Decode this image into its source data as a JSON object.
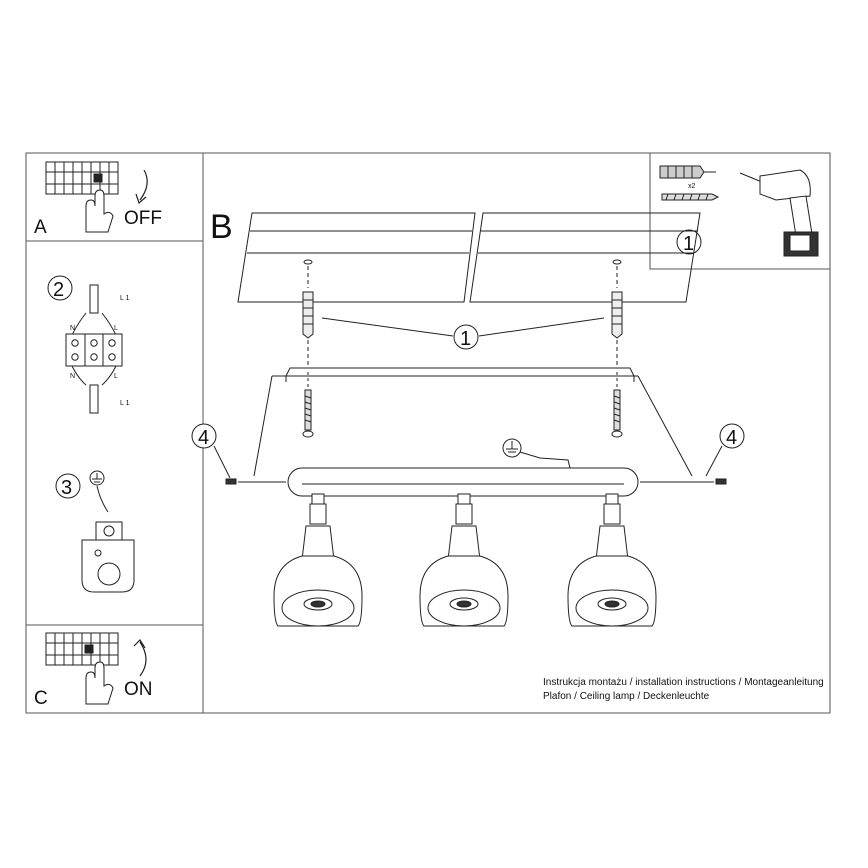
{
  "step_a": {
    "letter": "A",
    "switch_state": "OFF"
  },
  "step_b": {
    "letter": "B"
  },
  "step_c": {
    "letter": "C",
    "switch_state": "ON"
  },
  "step_2": {
    "number": "2",
    "wire_labels": [
      "L 1",
      "N",
      "L",
      "N",
      "L",
      "L 1"
    ]
  },
  "step_3": {
    "number": "3",
    "ground_symbol": "earth-ground-icon"
  },
  "tools_box": {
    "number": "1",
    "quantity": "x2"
  },
  "callouts": {
    "part_1": "1",
    "part_4_left": "4",
    "part_4_right": "4"
  },
  "caption": {
    "line1": "Instrukcja montażu / installation instructions / Montageanleitung",
    "line2": "Plafon / Ceiling lamp / Deckenleuchte"
  },
  "colors": {
    "line": "#1a1a1a",
    "frame": "#555555",
    "background": "#ffffff"
  }
}
